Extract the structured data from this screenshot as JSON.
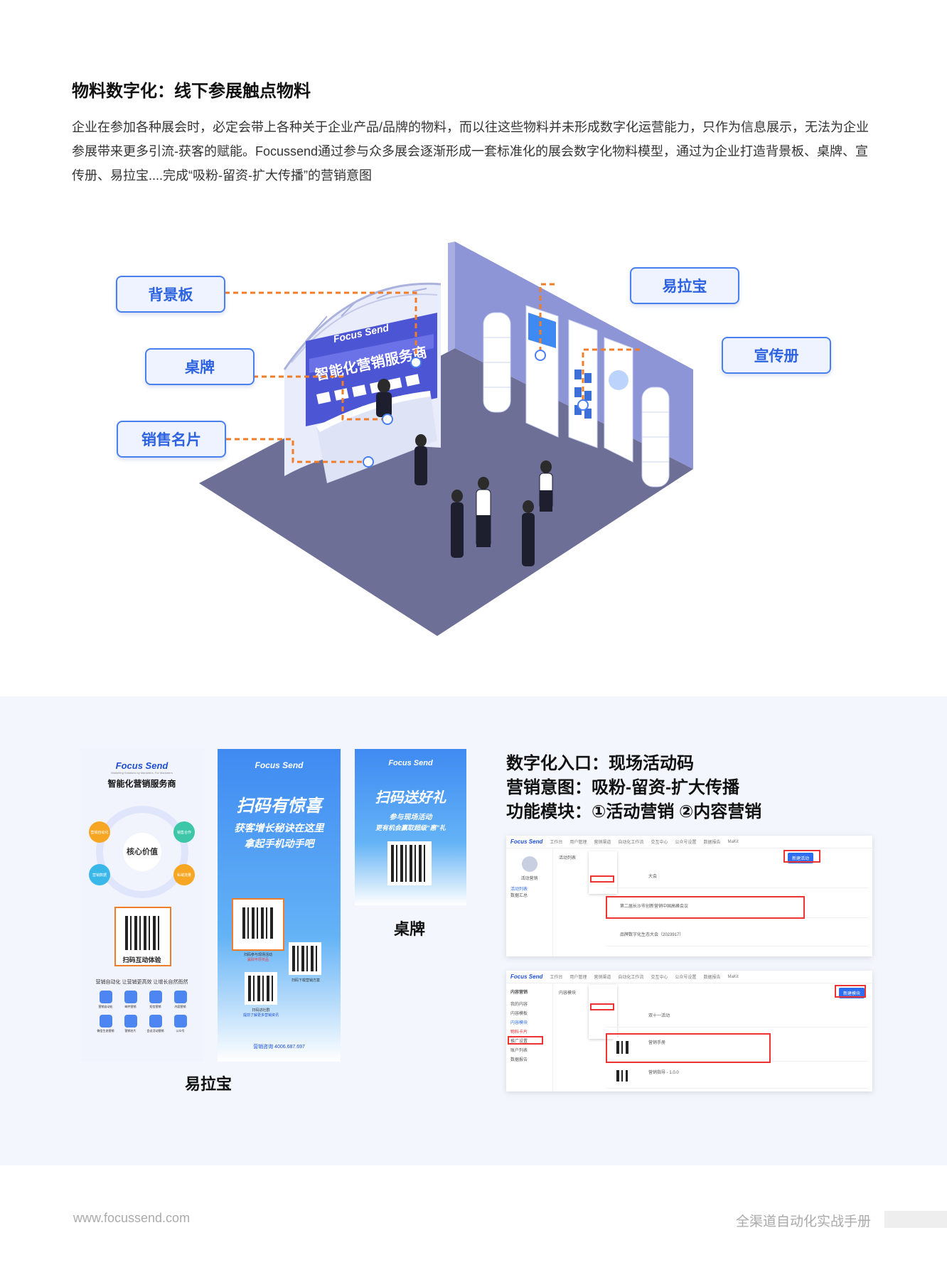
{
  "title": "物料数字化：线下参展触点物料",
  "intro": "企业在参加各种展会时，必定会带上各种关于企业产品/品牌的物料，而以往这些物料并未形成数字化运营能力，只作为信息展示，无法为企业参展带来更多引流-获客的赋能。Focussend通过参与众多展会逐渐形成一套标准化的展会数字化物料模型，通过为企业打造背景板、桌牌、宣传册、易拉宝....完成“吸粉-留资-扩大传播”的营销意图",
  "callouts": {
    "backdrop": "背景板",
    "table_card": "桌牌",
    "business_card": "销售名片",
    "rollup": "易拉宝",
    "brochure": "宣传册"
  },
  "booth": {
    "screen_brand": "Focus Send",
    "screen_text": "智能化营销服务商"
  },
  "rollup1": {
    "brand": "Focus Send",
    "brand_sub": "Marketing Solutions by Marketers, For Marketers",
    "headline": "智能化营销服务商",
    "center": "核心价值",
    "left_top": "营销自动化",
    "right_top": "销售合作",
    "left_bottom": "营销数据",
    "right_bottom": "私域流量",
    "qr_label": "扫码互动体验",
    "slogan": "营销自动化  让营销更高效  让增长自然而然",
    "icons": [
      "营销自动化",
      "邮件营销",
      "短信营销",
      "内容营销",
      "微信生态营销",
      "营销名片",
      "会议活动营销",
      "公众号"
    ]
  },
  "rollup2": {
    "brand": "Focus Send",
    "headline": "扫码有惊喜",
    "sub1": "获客增长秘诀在这里",
    "sub2": "拿起手机动手吧",
    "qr1_label": "扫码参与现场活动",
    "qr1_sub": "赢取丰厚奖品",
    "qr2_label": "扫码下载营销方案",
    "qr3_label": "扫码进社群",
    "qr3_sub": "提前了解更多营销资讯",
    "phone": "营销咨询 4006.687.697"
  },
  "tablecard": {
    "brand": "Focus Send",
    "headline": "扫码送好礼",
    "sub1": "参与现场活动",
    "sub2": "更有机会赢取超级“惠”礼"
  },
  "captions": {
    "rollup": "易拉宝",
    "tablecard": "桌牌"
  },
  "rhs": {
    "line1": "数字化入口：现场活动码",
    "line2": "营销意图：吸粉-留资-扩大传播",
    "line3": "功能模块：①活动营销  ②内容营销"
  },
  "shot1": {
    "logo": "Focus Send",
    "nav": [
      "工作台",
      "用户管理",
      "营销渠道",
      "自动化工作流",
      "交互中心",
      "公众号设置",
      "数据报告",
      "MaKit"
    ],
    "side_title": "活动营销",
    "side_items": [
      "活动列表",
      "数据汇总"
    ],
    "tab": "活动列表",
    "new_button": "新建活动",
    "rows": [
      "大会",
      "第二届长沙市创新营销中国高峰会议",
      "品牌数字化生态大会（2023917）"
    ]
  },
  "shot2": {
    "logo": "Focus Send",
    "nav": [
      "工作台",
      "用户管理",
      "营销渠道",
      "自动化工作流",
      "交互中心",
      "公众号设置",
      "数据报告",
      "MaKit"
    ],
    "side_title": "内容营销",
    "side_items": [
      "我的内容",
      "内容模板",
      "内容模块",
      "物料卡片",
      "推广设置",
      "账户列表",
      "数据报告"
    ],
    "tab": "内容模块",
    "new_button": "新建模块",
    "rows": [
      "双十一活动",
      "营销手册",
      "营销指导 - 1.0.0"
    ]
  },
  "footer": {
    "url": "www.focussend.com",
    "book": "全渠道自动化实战手册"
  },
  "colors": {
    "accent": "#2d63e0",
    "callout_bg": "#eef3ff",
    "line_orange": "#f07d2a",
    "band_bg": "#f3f7fd"
  }
}
